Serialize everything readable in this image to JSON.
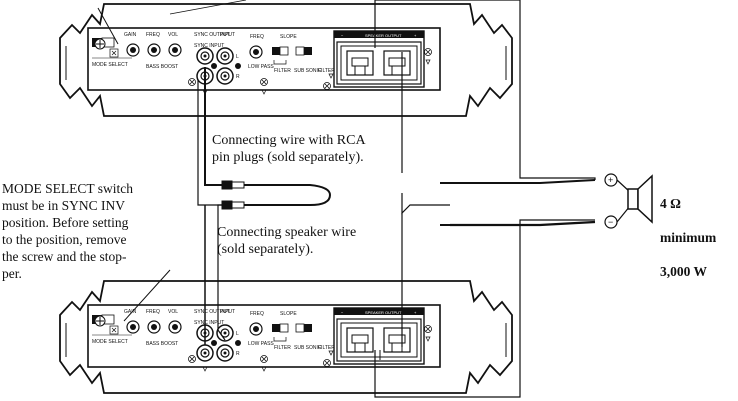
{
  "captions": {
    "rca_cable": "Connecting wire with RCA\npin plugs (sold separately).",
    "speaker_wire": "Connecting speaker wire\n(sold separately).",
    "mode_select": "MODE SELECT switch\nmust be in SYNC INV\nposition. Before setting\nto the position, remove\nthe screw and the stop-\nper.",
    "speaker_spec": {
      "impedance": "4 Ω",
      "line2": "minimum",
      "power": "3,000 W"
    }
  },
  "panel_labels": {
    "gain": "GAIN",
    "freq": "FREQ",
    "vol": "VOL",
    "bass_boost": "BASS BOOST",
    "sync_output": "SYNC OUTPUT",
    "sync_input": "SYNC INPUT",
    "input": "INPUT",
    "input_l": "L",
    "input_r": "R",
    "freq2": "FREQ",
    "low_pass": "LOW PASS",
    "slope": "SLOPE",
    "filter": "FILTER",
    "sub_sonic": "SUB SONIC",
    "filter2": "FILTER",
    "mode_select": "MODE SELECT",
    "speaker_output": "SPEAKER OUTPUT",
    "plus": "+",
    "minus": "−"
  },
  "terminal_symbols": {
    "plus": "+",
    "minus": "−"
  }
}
